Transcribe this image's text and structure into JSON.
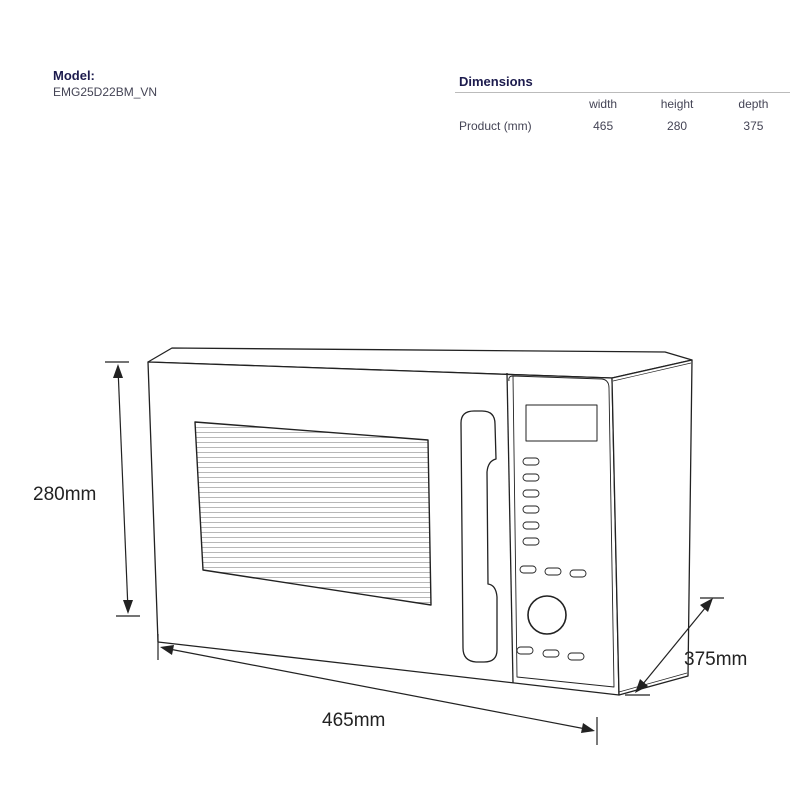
{
  "model": {
    "label": "Model:",
    "value": "EMG25D22BM_VN"
  },
  "dimensions": {
    "title": "Dimensions",
    "columns": [
      "width",
      "height",
      "depth"
    ],
    "rows": [
      {
        "label": "Product (mm)",
        "values": [
          "465",
          "280",
          "375"
        ]
      }
    ]
  },
  "drawing": {
    "height_label": "280mm",
    "width_label": "465mm",
    "depth_label": "375mm",
    "line_color": "#222222"
  }
}
